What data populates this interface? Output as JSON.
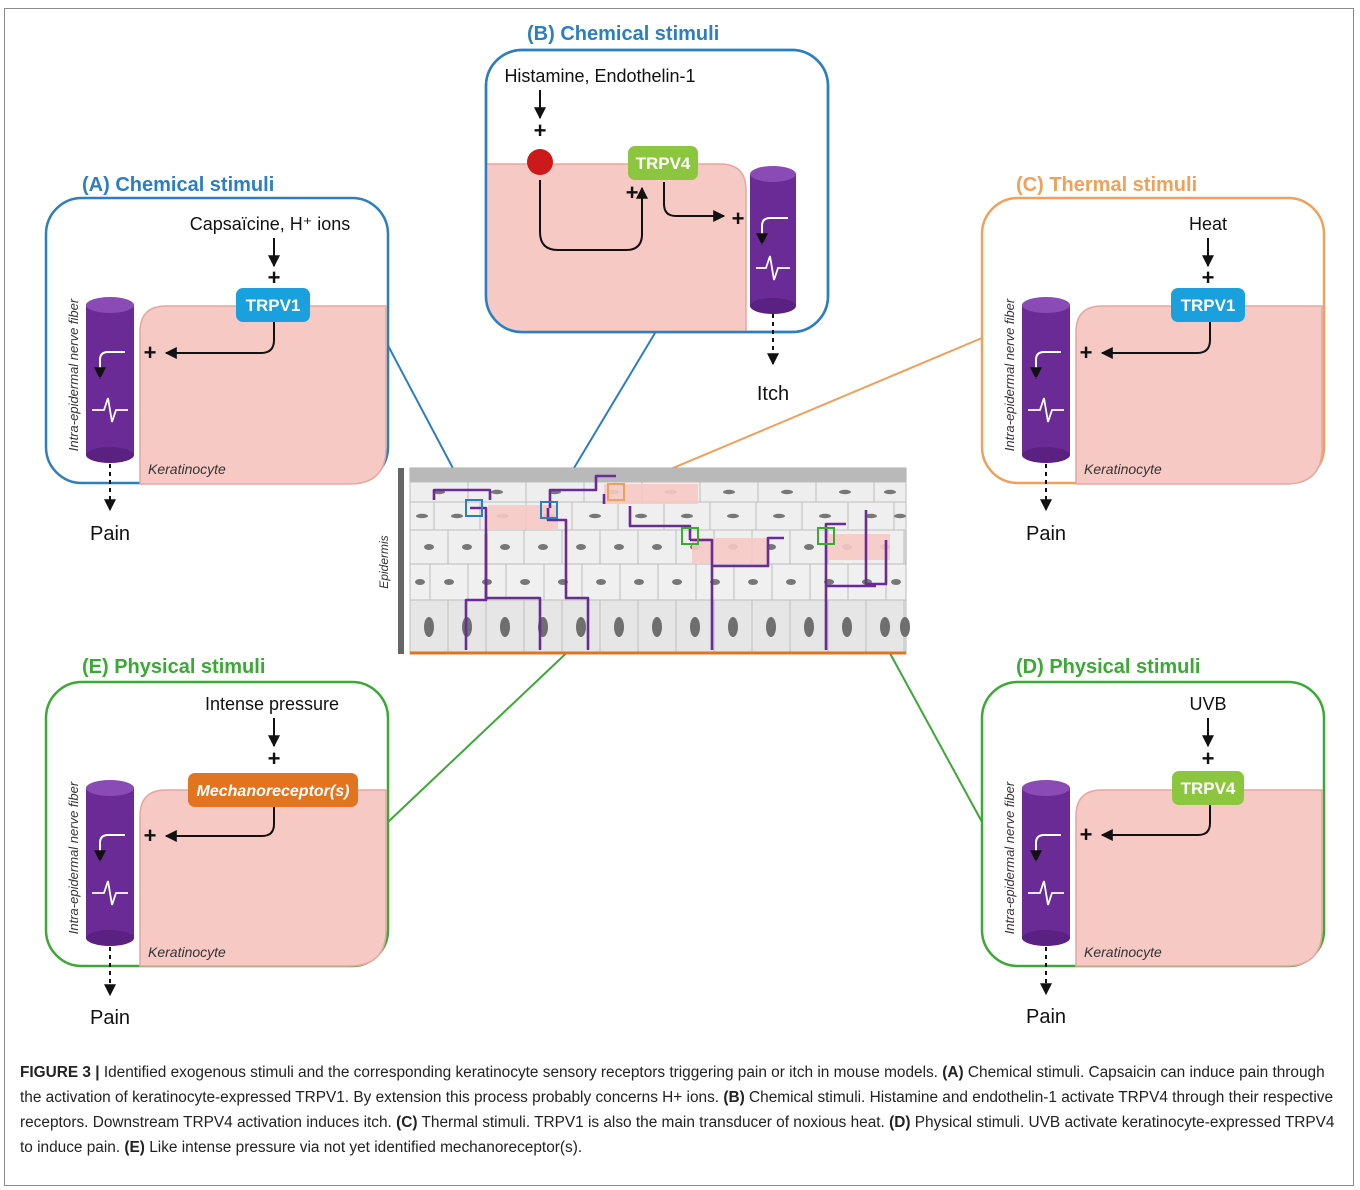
{
  "panels": {
    "A": {
      "title": "(A) Chemical stimuli",
      "stimulus": "Capsaïcine, H⁺ ions",
      "receptor": "TRPV1",
      "plus": "+",
      "fiber_label": "Intra-epidermal nerve fiber",
      "cell_label": "Keratinocyte",
      "outcome": "Pain",
      "color": "#2b7fc0",
      "receptor_color": "#1aa0dd"
    },
    "B": {
      "title": "(B) Chemical stimuli",
      "stimulus": "Histamine, Endothelin-1",
      "receptor": "TRPV4",
      "plus": "+",
      "outcome": "Itch",
      "color": "#2b7fc0",
      "receptor_color": "#8cc63f"
    },
    "C": {
      "title": "(C) Thermal stimuli",
      "stimulus": "Heat",
      "receptor": "TRPV1",
      "plus": "+",
      "fiber_label": "Intra-epidermal nerve fiber",
      "cell_label": "Keratinocyte",
      "outcome": "Pain",
      "color": "#f0a05a",
      "receptor_color": "#1aa0dd"
    },
    "D": {
      "title": "(D) Physical stimuli",
      "stimulus": "UVB",
      "receptor": "TRPV4",
      "plus": "+",
      "fiber_label": "Intra-epidermal nerve fiber",
      "cell_label": "Keratinocyte",
      "outcome": "Pain",
      "color": "#3aaa35",
      "receptor_color": "#8cc63f"
    },
    "E": {
      "title": "(E) Physical stimuli",
      "stimulus": "Intense pressure",
      "receptor": "Mechanoreceptor(s)",
      "plus": "+",
      "fiber_label": "Intra-epidermal nerve fiber",
      "cell_label": "Keratinocyte",
      "outcome": "Pain",
      "color": "#3aaa35",
      "receptor_color": "#e2731f"
    }
  },
  "center": {
    "tissue_label": "Epidermis"
  },
  "colors": {
    "fiber": "#6a2b96",
    "keratinocyte": "#f7c9c5",
    "keratinocyte_border": "#e6a79f",
    "histamine_receptor": "#cc1a1a"
  },
  "caption": {
    "label": "FIGURE 3 |",
    "intro": "Identified exogenous stimuli and the corresponding keratinocyte sensory receptors triggering pain or itch in mouse models.",
    "a_tag": "(A)",
    "a_text": "Chemical stimuli. Capsaicin can induce pain through the activation of keratinocyte-expressed TRPV1. By extension this process probably concerns H+ ions.",
    "b_tag": "(B)",
    "b_text": "Chemical stimuli. Histamine and endothelin-1 activate TRPV4 through their respective receptors. Downstream TRPV4 activation induces itch.",
    "c_tag": "(C)",
    "c_text": "Thermal stimuli. TRPV1 is also the main transducer of noxious heat.",
    "d_tag": "(D)",
    "d_text": "Physical stimuli. UVB activate keratinocyte-expressed TRPV4 to induce pain.",
    "e_tag": "(E)",
    "e_text": "Like intense pressure via not yet identified mechanoreceptor(s)."
  }
}
